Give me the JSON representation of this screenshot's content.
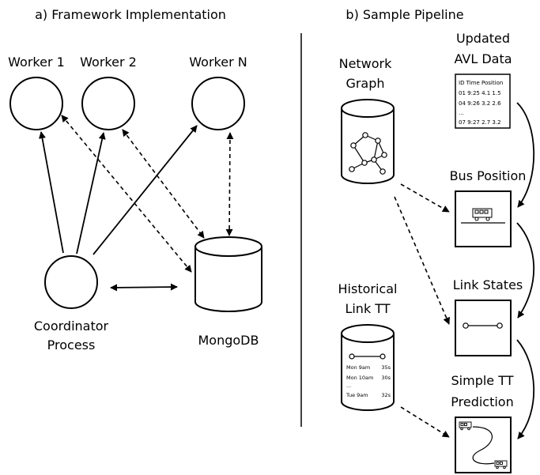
{
  "panels": {
    "a": {
      "title": "a) Framework Implementation",
      "workers": [
        "Worker 1",
        "Worker 2",
        "Worker N"
      ],
      "coordinator": [
        "Coordinator",
        "Process"
      ],
      "database": "MongoDB"
    },
    "b": {
      "title": "b) Sample Pipeline",
      "network_graph": [
        "Network",
        "Graph"
      ],
      "avl": {
        "title": [
          "Updated",
          "AVL Data"
        ],
        "header": "ID Time Position",
        "rows": [
          "01 9:25 4.1 1.5",
          "04 9:26 3.2 2.6",
          "...",
          "07 9:27 2.7 3.2"
        ]
      },
      "bus_position": "Bus Position",
      "link_states": "Link States",
      "historical": {
        "title": [
          "Historical",
          "Link TT"
        ],
        "rows": [
          {
            "time": "Mon 9am",
            "tt": "35s"
          },
          {
            "time": "Mon 10am",
            "tt": "30s"
          },
          {
            "time": "...",
            "tt": ""
          },
          {
            "time": "Tue 9am",
            "tt": "32s"
          }
        ]
      },
      "prediction": [
        "Simple TT",
        "Prediction"
      ]
    }
  }
}
